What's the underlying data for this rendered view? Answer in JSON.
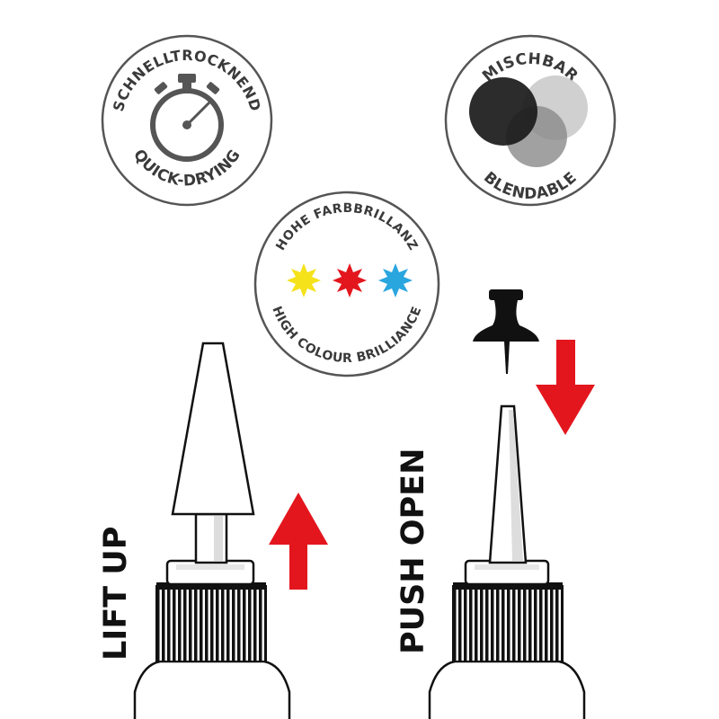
{
  "badges": {
    "quick_drying": {
      "top_text": "SCHNELLTROCKNEND",
      "bottom_text": "QUICK-DRYING",
      "icon": "stopwatch-icon"
    },
    "blendable": {
      "top_text": "MISCHBAR",
      "bottom_text": "BLENDABLE",
      "icon": "overlapping-circles-icon"
    },
    "brilliance": {
      "top_text": "HOHE FARBBRILLANZ",
      "bottom_text": "HIGH COLOUR BRILLIANCE",
      "icon": "three-stars-icon",
      "star_colors": [
        "#f5e21b",
        "#e3161e",
        "#2aa6df"
      ]
    }
  },
  "instructions": {
    "left_label": "LIFT UP",
    "right_label": "PUSH OPEN"
  },
  "colors": {
    "badge_ring": "#555555",
    "text_dark": "#3a3a3a",
    "arrow_red": "#e3161e",
    "outline": "#111111"
  }
}
